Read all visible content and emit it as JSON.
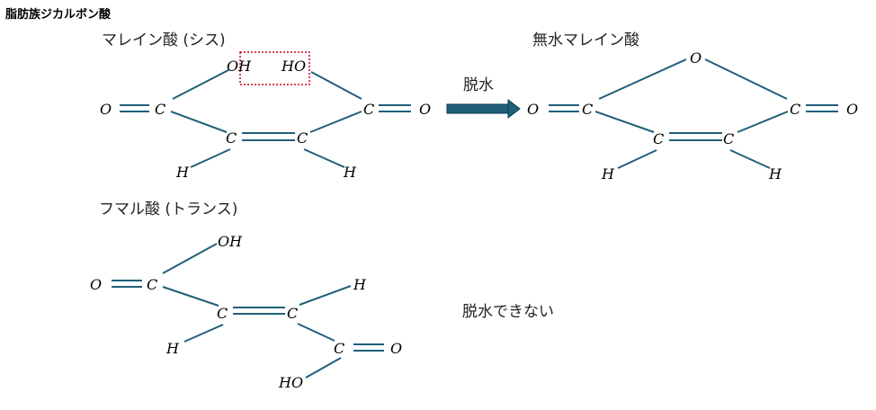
{
  "title": "脂肪族ジカルボン酸",
  "maleic": {
    "label": "マレイン酸 (シス)",
    "atoms": {
      "o_left": "O",
      "c_left": "C",
      "oh": "OH",
      "ho": "HO",
      "c_right": "C",
      "o_right": "O",
      "c_mid_left": "C",
      "c_mid_right": "C",
      "h_left": "H",
      "h_right": "H"
    }
  },
  "arrow_label": "脱水",
  "anhydride": {
    "label": "無水マレイン酸",
    "atoms": {
      "o_top": "O",
      "o_left": "O",
      "c_left": "C",
      "c_right": "C",
      "o_right": "O",
      "c_mid_left": "C",
      "c_mid_right": "C",
      "h_left": "H",
      "h_right": "H"
    }
  },
  "fumaric": {
    "label": "フマル酸 (トランス)",
    "atoms": {
      "oh": "OH",
      "o_left": "O",
      "c_left": "C",
      "h_top": "H",
      "c_mid_left": "C",
      "c_mid_right": "C",
      "h_bottom": "H",
      "c_right": "C",
      "o_right": "O",
      "ho": "HO"
    }
  },
  "no_dehydration_label": "脱水できない",
  "colors": {
    "bond": "#1f5f7a",
    "arrow": "#1f5f7a",
    "highlight_box": "#d0021b"
  }
}
